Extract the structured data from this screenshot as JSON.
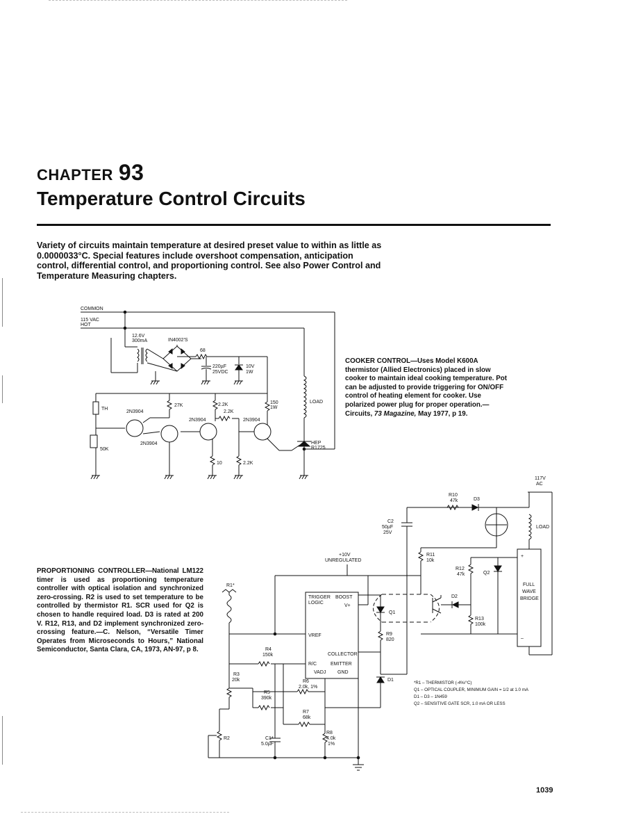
{
  "chapter": {
    "label": "CHAPTER",
    "number": "93",
    "title": "Temperature Control Circuits"
  },
  "intro": "Variety of circuits maintain temperature at desired preset value to within as little as 0.0000033°C. Special features include overshoot compensation, anticipation control, differential control, and proportioning control. See also Power Control and Temperature Measuring chapters.",
  "cooker": {
    "caption_head": "COOKER CONTROL",
    "caption_body": "—Uses Model K600A thermistor (Allied Electronics) placed in slow cooker to maintain ideal cooking temperature. Pot can be adjusted to provide triggering for ON/OFF control of heating element for cooker. Use polarized power plug for proper operation.—Circuits, ",
    "caption_source": "73 Magazine,",
    "caption_tail": " May 1977, p 19.",
    "labels": {
      "common": "COMMON",
      "vac1": "115 VAC",
      "vac2": "HOT",
      "xfmr1": "12.6V",
      "xfmr2": "300mA",
      "diodes": "IN4002'S",
      "r68": "68",
      "cap1": "220µF",
      "cap2": "25VDC",
      "zener1": "10V",
      "zener2": "1W",
      "th": "TH",
      "r27k": "27K",
      "r22k_a": "2.2K",
      "r22k_b": "2.2K",
      "r150_1": "150",
      "r150_2": "1W",
      "q1": "2N3904",
      "q2": "2N3904",
      "q3": "2N3904",
      "q4": "2N3904",
      "pot": "50K",
      "load": "LOAD",
      "scr1": "HEP",
      "scr2": "R1725",
      "r10": "10",
      "r22k_c": "2.2K"
    }
  },
  "proportioning": {
    "caption_head": "PROPORTIONING CONTROLLER",
    "caption_body": "—National LM122 timer is used as proportioning temperature controller with optical isolation and synchronized zero-crossing. R2 is used to set temperature to be controlled by thermistor R1. SCR used for Q2 is chosen to handle required load. D3 is rated at 200 V. R12, R13, and D2 implement synchronized zero-crossing feature.—C. Nelson, “Versatile Timer Operates from Microseconds to Hours,” National Semiconductor, Santa Clara, CA, 1973, AN-97, p 8.",
    "labels": {
      "ac1": "117V",
      "ac2": "AC",
      "r10a": "R10",
      "r10b": "47k",
      "d3": "D3",
      "c2a": "C2",
      "c2b": "50µF",
      "c2c": "25V",
      "load": "LOAD",
      "supply1": "+10V",
      "supply2": "UNREGULATED",
      "r11a": "R11",
      "r11b": "10k",
      "r12a": "R12",
      "r12b": "47k",
      "q2": "Q2",
      "bridge1": "FULL",
      "bridge2": "WAVE",
      "bridge3": "BRIDGE",
      "r1": "R1*",
      "trig1": "TRIGGER",
      "boost": "BOOST",
      "logic": "LOGIC",
      "vplus": "V+",
      "q1": "Q1",
      "d2": "D2",
      "r13a": "R13",
      "r13b": "100k",
      "vref": "VREF",
      "r9a": "R9",
      "r9b": "820",
      "r4a": "R4",
      "r4b": "150k",
      "collector": "COLLECTOR",
      "rc": "R/C",
      "emitter": "EMITTER",
      "vadj": "VADJ",
      "gnd": "GND",
      "r3a": "R3",
      "r3b": "20k",
      "r6a": "R6",
      "r6b": "2.0k, 1%",
      "r5a": "R5",
      "r5b": "390k",
      "d1": "D1",
      "r7a": "R7",
      "r7b": "68k",
      "r2": "R2",
      "c1a": "C1*",
      "c1b": "5.0µF",
      "r8a": "R8",
      "r8b": "4.0k",
      "r8c": "1%"
    },
    "notes": [
      "*R1 – THERMISTOR (-4%/°C)",
      "Q1 – OPTICAL COUPLER, MINIMUM GAIN = 1/2 at 1.0 mA",
      "D1 – D3 – 1N459",
      "Q2 – SENSITIVE GATE SCR, 1.0 mA OR LESS"
    ]
  },
  "page_number": "1039"
}
